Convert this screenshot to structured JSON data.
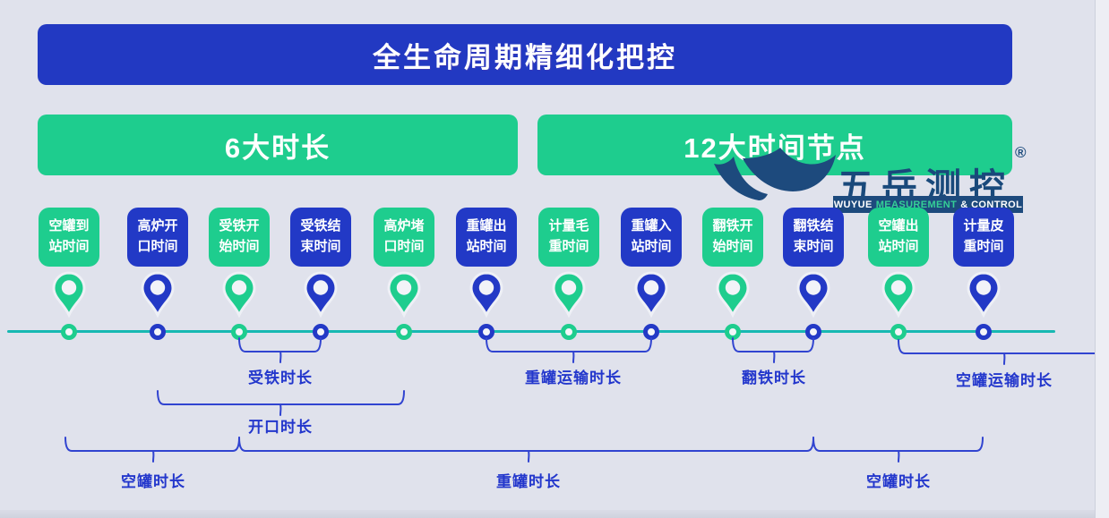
{
  "title": "全生命周期精细化把控",
  "banners": {
    "left": "6大时长",
    "right": "12大时间节点"
  },
  "logo": {
    "cn": "五岳测控",
    "reg": "®",
    "en_prefix": "WUYUE",
    "en_highlight": "MEASUREMENT",
    "en_suffix": "& CONTROL"
  },
  "nodes": [
    {
      "label": "空罐到站时间",
      "line1": "空罐到",
      "line2": "站时间",
      "color": "green"
    },
    {
      "label": "高炉开口时间",
      "line1": "高炉开",
      "line2": "口时间",
      "color": "blue"
    },
    {
      "label": "受铁开始时间",
      "line1": "受铁开",
      "line2": "始时间",
      "color": "green"
    },
    {
      "label": "受铁结束时间",
      "line1": "受铁结",
      "line2": "束时间",
      "color": "blue"
    },
    {
      "label": "高炉堵口时间",
      "line1": "高炉堵",
      "line2": "口时间",
      "color": "green"
    },
    {
      "label": "重罐出站时间",
      "line1": "重罐出",
      "line2": "站时间",
      "color": "blue"
    },
    {
      "label": "计量毛重时间",
      "line1": "计量毛",
      "line2": "重时间",
      "color": "green"
    },
    {
      "label": "重罐入站时间",
      "line1": "重罐入",
      "line2": "站时间",
      "color": "blue"
    },
    {
      "label": "翻铁开始时间",
      "line1": "翻铁开",
      "line2": "始时间",
      "color": "green"
    },
    {
      "label": "翻铁结束时间",
      "line1": "翻铁结",
      "line2": "束时间",
      "color": "blue"
    },
    {
      "label": "空罐出站时间",
      "line1": "空罐出",
      "line2": "站时间",
      "color": "green"
    },
    {
      "label": "计量皮重时间",
      "line1": "计量皮",
      "line2": "重时间",
      "color": "blue"
    }
  ],
  "brackets": [
    {
      "label": "受铁时长"
    },
    {
      "label": "重罐运输时长"
    },
    {
      "label": "翻铁时长"
    },
    {
      "label": "空罐运输时长"
    },
    {
      "label": "开口时长"
    },
    {
      "label": "空罐时长"
    },
    {
      "label": "重罐时长"
    },
    {
      "label": "空罐时长"
    }
  ],
  "colors": {
    "background": "#e0e2ec",
    "title_blue": "#2239c2",
    "node_blue": "#2239c6",
    "node_green": "#1ecd8e",
    "timeline_teal": "#17b8b2",
    "bracket_blue": "#3144d0",
    "label_blue": "#2337cc",
    "logo_navy": "#1d4a7d",
    "logo_highlight_green": "#35cf96"
  }
}
